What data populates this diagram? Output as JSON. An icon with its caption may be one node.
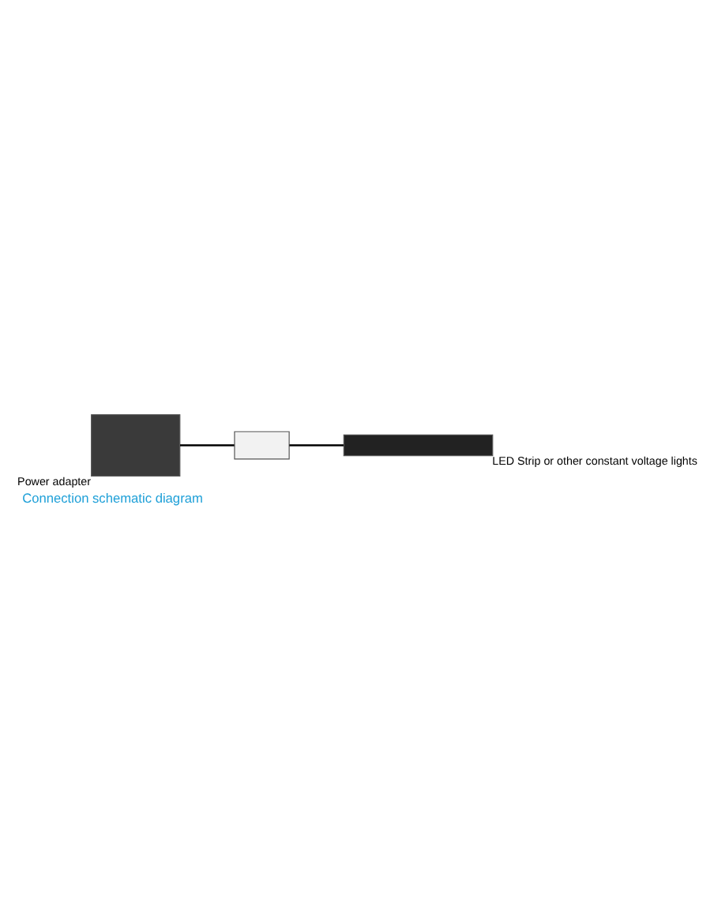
{
  "diagram": {
    "caption": "Connection schematic diagram",
    "nodes": [
      {
        "text": [],
        "shape": "box",
        "beside": [
          "Power adapter"
        ]
      },
      {
        "text": [],
        "shape": "box"
      },
      {
        "text": [],
        "shape": "box",
        "beside": [
          "LED Strip or other constant voltage lights"
        ]
      }
    ],
    "edges": [
      {
        "from": 0,
        "to": 1,
        "arrow": "none"
      },
      {
        "from": 1,
        "to": 2,
        "arrow": "none"
      }
    ]
  }
}
